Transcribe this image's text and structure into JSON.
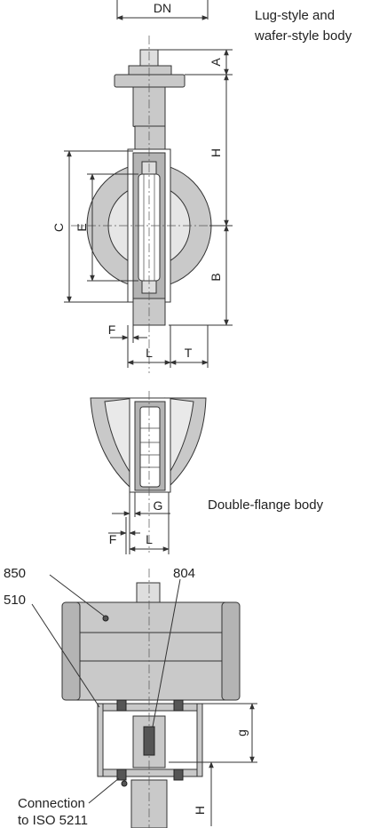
{
  "captions": {
    "top_body": "Lug-style and\nwafer-style body",
    "top_body_line1": "Lug-style and",
    "top_body_line2": "wafer-style body",
    "double_flange": "Double-flange body",
    "connection_line1": "Connection",
    "connection_line2": "to ISO 5211"
  },
  "dimensions": {
    "dn": "DN",
    "a": "A",
    "h": "H",
    "b": "B",
    "c": "C",
    "e": "E",
    "f": "F",
    "l": "L",
    "t": "T",
    "g_upper": "G",
    "f2": "F",
    "l2": "L",
    "g_lower": "g",
    "h2": "H"
  },
  "parts": {
    "p850": "850",
    "p804": "804",
    "p510": "510"
  }
}
